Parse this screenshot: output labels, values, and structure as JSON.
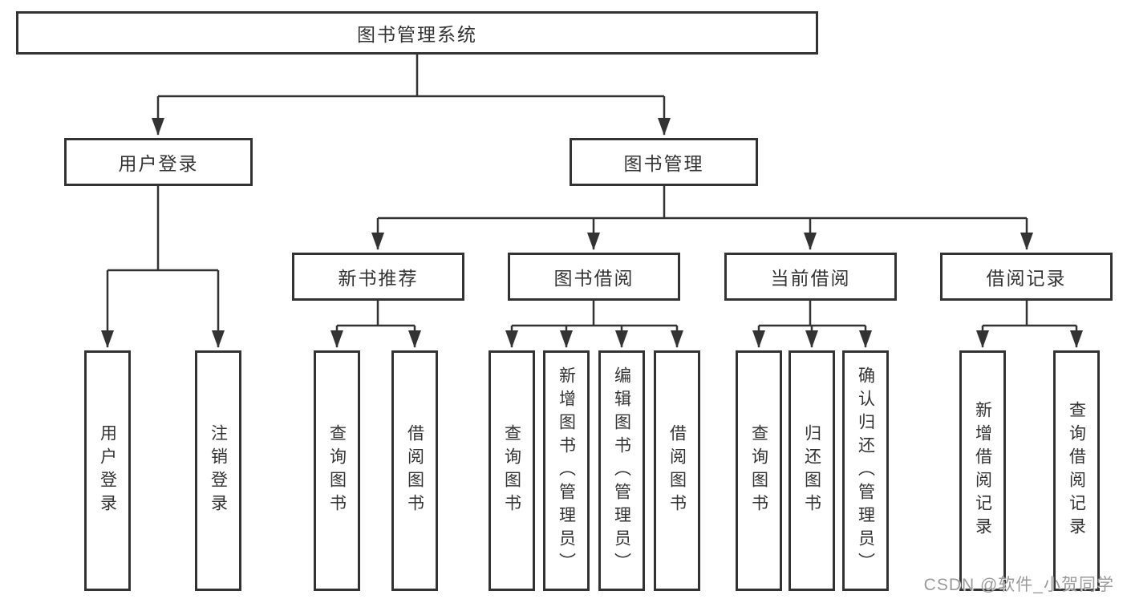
{
  "diagram": {
    "root": {
      "label": "图书管理系统"
    },
    "level2": [
      {
        "label": "用户登录"
      },
      {
        "label": "图书管理"
      }
    ],
    "level3": [
      {
        "label": "新书推荐"
      },
      {
        "label": "图书借阅"
      },
      {
        "label": "当前借阅"
      },
      {
        "label": "借阅记录"
      }
    ],
    "leaves": [
      {
        "label": "用户登录"
      },
      {
        "label": "注销登录"
      },
      {
        "label": "查询图书"
      },
      {
        "label": "借阅图书"
      },
      {
        "label": "查询图书"
      },
      {
        "label": "新增图书（管理员）"
      },
      {
        "label": "编辑图书（管理员）"
      },
      {
        "label": "借阅图书"
      },
      {
        "label": "查询图书"
      },
      {
        "label": "归还图书"
      },
      {
        "label": "确认归还（管理员）"
      },
      {
        "label": "新增借阅记录"
      },
      {
        "label": "查询借阅记录"
      }
    ],
    "watermark": "CSDN @软件_小贺同学",
    "colors": {
      "line": "#333333",
      "box_border": "#333333",
      "box_fill": "#ffffff",
      "text": "#333333",
      "watermark": "#9a9a9a"
    }
  }
}
